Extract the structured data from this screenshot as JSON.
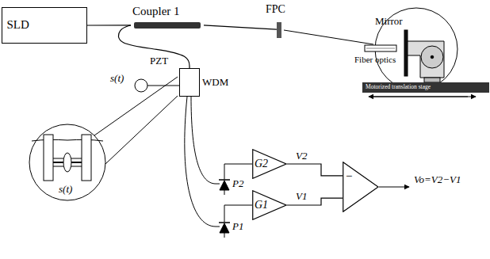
{
  "diagram": {
    "nodes": [
      {
        "text": [
          "SLD"
        ]
      },
      {
        "text": [
          "Coupler 1"
        ]
      },
      {
        "text": [
          "FPC"
        ]
      },
      {
        "text": [
          "WDM"
        ]
      },
      {
        "text": [
          "G2"
        ]
      },
      {
        "text": [
          "G1"
        ]
      },
      {
        "text": [
          "−"
        ]
      },
      {
        "text": [
          "Motorized translation stage"
        ]
      }
    ],
    "edges": [
      {
        "from": 0,
        "to": 1,
        "arrow": "none"
      },
      {
        "from": 1,
        "to": 2,
        "arrow": "none"
      },
      {
        "from": 1,
        "to": 3,
        "arrow": "none"
      },
      {
        "from": 4,
        "to": 6,
        "label": "V2",
        "arrow": "none"
      },
      {
        "from": 5,
        "to": 6,
        "label": "V1",
        "arrow": "none"
      }
    ],
    "labels": [
      "PZT",
      "s(t)",
      "s(t)",
      "Mirror",
      "Fiber optics",
      "P2",
      "P1",
      "Vo=V2−V1"
    ]
  }
}
